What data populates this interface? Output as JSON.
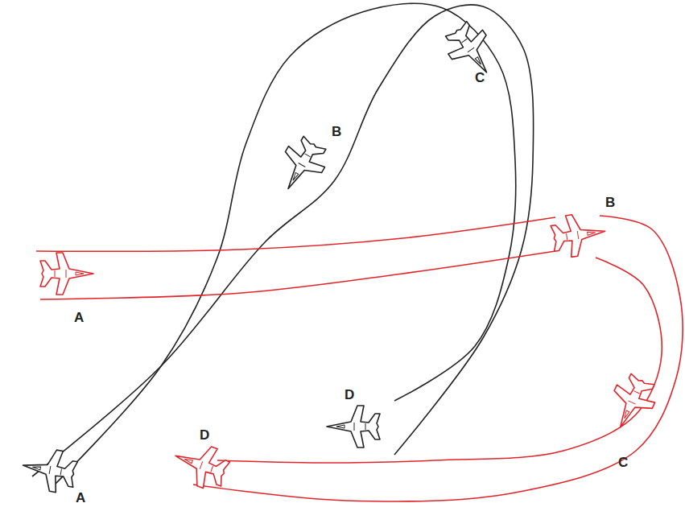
{
  "diagram": {
    "labels": [
      "A",
      "B",
      "C",
      "D",
      "A",
      "B",
      "C",
      "D"
    ]
  }
}
